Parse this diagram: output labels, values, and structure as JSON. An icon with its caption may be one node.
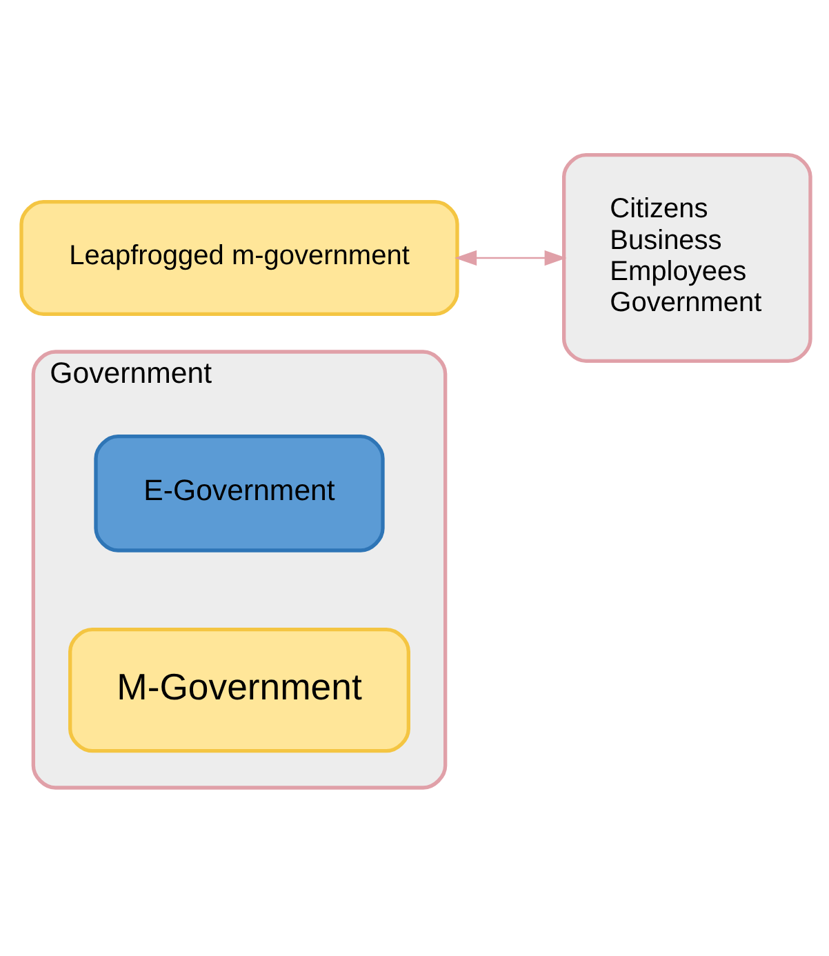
{
  "diagram": {
    "nodes": [
      {
        "text": [
          "Government"
        ]
      },
      {
        "text": [
          "E-Government"
        ],
        "in": 0
      },
      {
        "text": [
          "Leapfrogged m-government"
        ]
      },
      {
        "text": [
          "M-Government"
        ],
        "in": 0
      },
      {
        "text": [
          "Citizens",
          "Business",
          "Employees",
          "Government"
        ]
      }
    ],
    "edges": [
      {
        "from": 2,
        "to": 4,
        "arrow": "both"
      }
    ]
  }
}
